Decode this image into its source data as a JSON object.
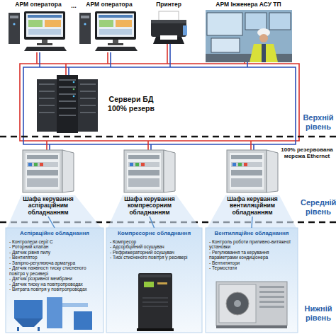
{
  "diagram": {
    "nodes": [
      {
        "text": [
          "АРМ оператора"
        ]
      },
      {
        "text": [
          "АРМ оператора"
        ]
      },
      {
        "text": [
          "Принтер"
        ]
      },
      {
        "text": [
          "АРМ Інженера АСУ ТП"
        ]
      },
      {
        "text": [
          "Сервери БД 100% резерв"
        ]
      },
      {
        "text": [
          "Шафа керування аспіраційним обладнанням"
        ]
      },
      {
        "text": [
          "Шафа керування компресорним обладнанням"
        ]
      },
      {
        "text": [
          "Шафа керування вентиляційним обладнанням"
        ]
      },
      {
        "text": [
          "Аспіраційне обладнання",
          "- Контролери серії С",
          "- Роторний клапан",
          "- Датчик рівня пилу",
          "- Вентилятор",
          "- Запірно-регулююча арматура",
          "- Датчик наявності тиску стисненого повітря у ресивері",
          "- Датчик розривної мембрани",
          "- Датчик тиску на повітропроводах",
          "- Витрата повітря у повітропроводах"
        ]
      },
      {
        "text": [
          "Компресорне обладнання",
          "- Компресор",
          "- Адсорбційний осушувач",
          "- Рефрижераторний осушувач",
          "- Тиск стисненого повітря у ресивері"
        ]
      },
      {
        "text": [
          "Вентиляційне обладнання",
          "- Контроль роботи приливно-витяжної установки",
          "- Регулювання та керування параметрами кондиціонера",
          "- Вентилятори",
          "- Термостати"
        ]
      }
    ],
    "edges": [
      {
        "from": 5,
        "to": 8,
        "arrow": "none"
      },
      {
        "from": 6,
        "to": 9,
        "arrow": "none"
      },
      {
        "from": 7,
        "to": 10,
        "arrow": "none"
      }
    ],
    "labels": [
      "...",
      "Верхній рівень",
      "100% резервована мережа Ethernet",
      "Середній рівень",
      "Нижній рівень"
    ]
  }
}
